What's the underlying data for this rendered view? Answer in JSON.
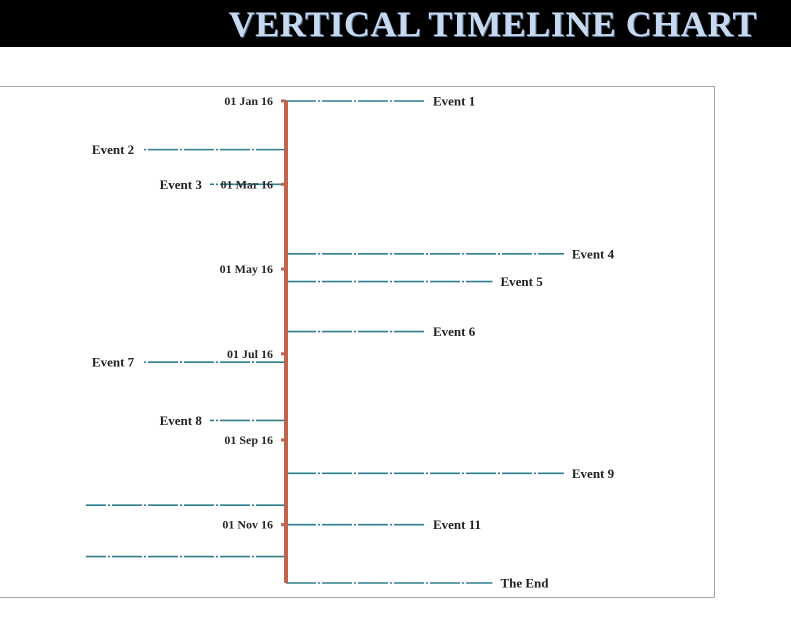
{
  "title": "VERTICAL TIMELINE CHART",
  "colors": {
    "title_bg": "#000000",
    "title_text": "#c6d9f1",
    "axis": "#c0634d",
    "event_line": "#2f7f8f",
    "label": "#1f1f1f",
    "frame": "#a6a6a6"
  },
  "chart_data": {
    "type": "timeline",
    "orientation": "vertical",
    "axis_range": [
      "2016-01-01",
      "2016-12-13"
    ],
    "axis_ticks": [
      {
        "label": "01 Jan 16",
        "date": "2016-01-01"
      },
      {
        "label": "01 Mar 16",
        "date": "2016-03-01"
      },
      {
        "label": "01 May 16",
        "date": "2016-05-01"
      },
      {
        "label": "01 Jul 16",
        "date": "2016-07-01"
      },
      {
        "label": "01 Sep 16",
        "date": "2016-09-01"
      },
      {
        "label": "01 Nov 16",
        "date": "2016-11-01"
      }
    ],
    "events": [
      {
        "label": "Event 1",
        "date": "2016-01-01",
        "side": "right",
        "length": 0.35
      },
      {
        "label": "Event 2",
        "date": "2016-02-05",
        "side": "left",
        "length": 0.51
      },
      {
        "label": "Event 3",
        "date": "2016-03-01",
        "side": "left",
        "length": 0.27
      },
      {
        "label": "Event 4",
        "date": "2016-04-20",
        "side": "right",
        "length": 0.7
      },
      {
        "label": "Event 5",
        "date": "2016-05-10",
        "side": "right",
        "length": 0.52
      },
      {
        "label": "Event 6",
        "date": "2016-06-15",
        "side": "right",
        "length": 0.35
      },
      {
        "label": "Event 7",
        "date": "2016-07-07",
        "side": "left",
        "length": 0.51
      },
      {
        "label": "Event 8",
        "date": "2016-08-18",
        "side": "left",
        "length": 0.27
      },
      {
        "label": "Event 9",
        "date": "2016-09-25",
        "side": "right",
        "length": 0.7
      },
      {
        "label": "",
        "date": "2016-10-18",
        "side": "left",
        "length": 0.71
      },
      {
        "label": "Event 11",
        "date": "2016-11-01",
        "side": "right",
        "length": 0.35
      },
      {
        "label": "",
        "date": "2016-11-24",
        "side": "left",
        "length": 0.71
      },
      {
        "label": "The End",
        "date": "2016-12-13",
        "side": "right",
        "length": 0.52
      }
    ]
  }
}
